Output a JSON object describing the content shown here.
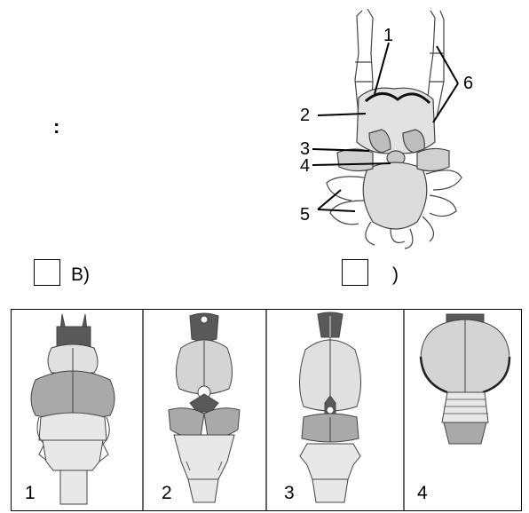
{
  "top_text": {
    "colon": ":"
  },
  "insect_diagram": {
    "labels": [
      "1",
      "2",
      "3",
      "4",
      "5",
      "6"
    ]
  },
  "options": [
    {
      "label": "B)"
    },
    {
      "label": ")"
    }
  ],
  "brain_panels": [
    {
      "number": "1"
    },
    {
      "number": "2"
    },
    {
      "number": "3"
    },
    {
      "number": "4"
    }
  ],
  "colors": {
    "dark": "#595959",
    "mid": "#a9a9a9",
    "light": "#d4d4d4",
    "pale": "#e8e8e8",
    "stroke": "#333333"
  }
}
